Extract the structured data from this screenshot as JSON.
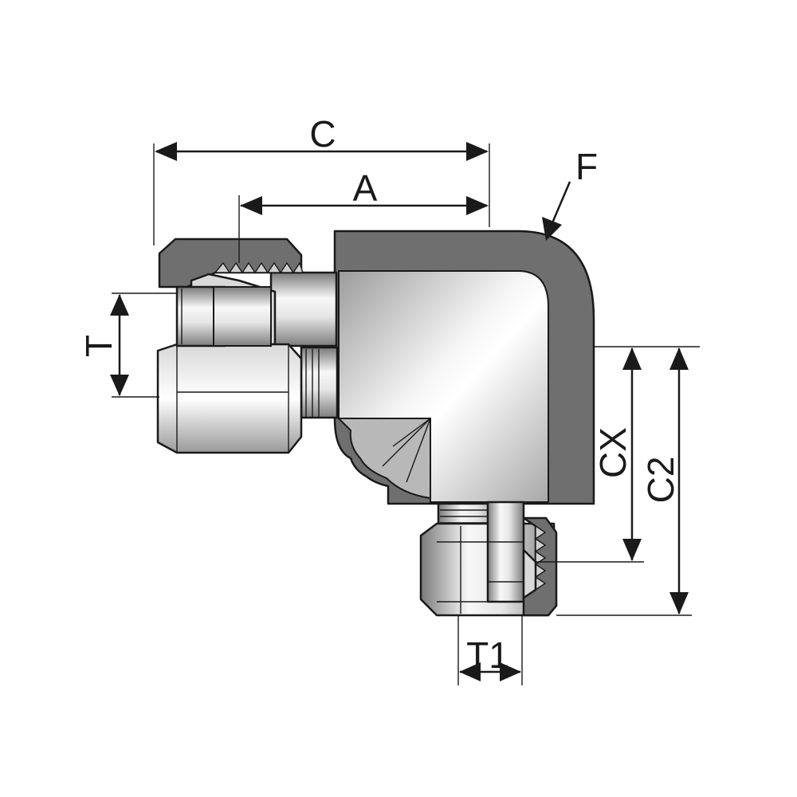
{
  "labels": {
    "c": "C",
    "a": "A",
    "f": "F",
    "t": "T",
    "cx": "CX",
    "c2": "C2",
    "t1": "T1"
  },
  "colors": {
    "body_section": "#6f6f6f",
    "metal_light": "#f4f4f4",
    "metal_mid": "#c9c9c9",
    "metal_dark": "#8a8a8a",
    "outline": "#1a1a1a"
  }
}
